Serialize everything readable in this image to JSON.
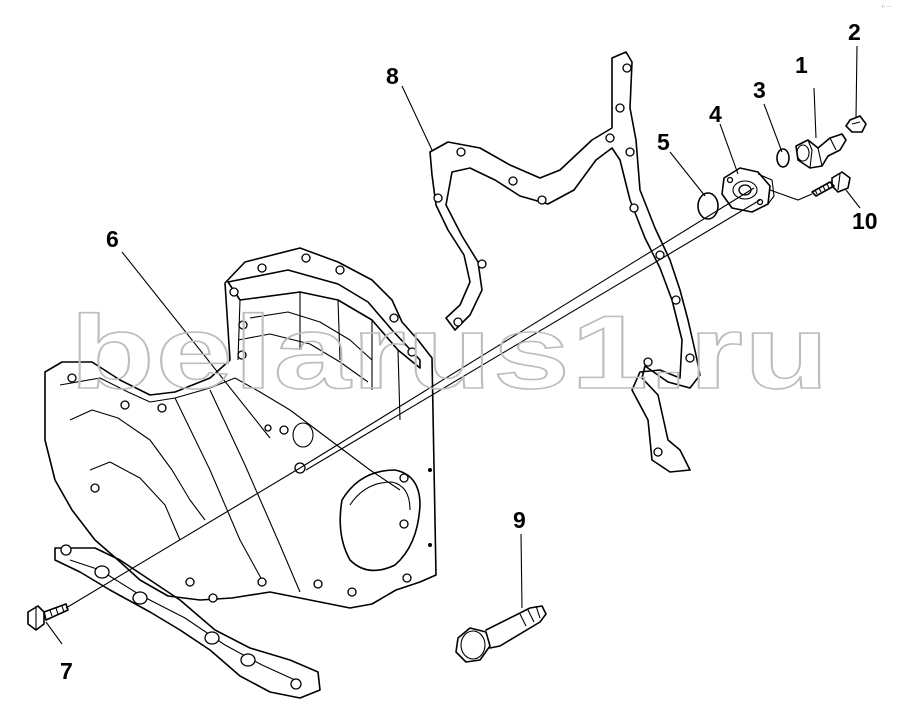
{
  "diagram": {
    "watermark": "belarus1.ru",
    "corner_mark": "r- ---",
    "labels": [
      {
        "id": "1",
        "text": "1"
      },
      {
        "id": "2",
        "text": "2"
      },
      {
        "id": "3",
        "text": "3"
      },
      {
        "id": "4",
        "text": "4"
      },
      {
        "id": "5",
        "text": "5"
      },
      {
        "id": "6",
        "text": "6"
      },
      {
        "id": "7",
        "text": "7"
      },
      {
        "id": "8",
        "text": "8"
      },
      {
        "id": "9",
        "text": "9"
      },
      {
        "id": "10",
        "text": "10"
      }
    ]
  }
}
